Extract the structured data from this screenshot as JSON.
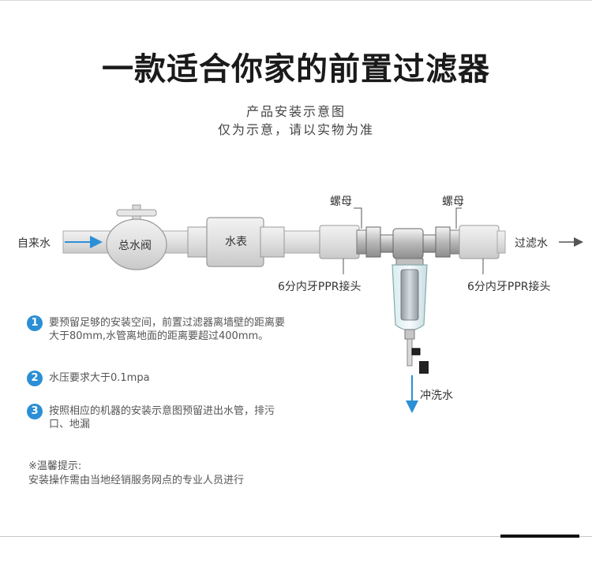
{
  "title": "一款适合你家的前置过滤器",
  "subtitle_line1": "产品安装示意图",
  "subtitle_line2": "仅为示意，请以实物为准",
  "diagram": {
    "label_inlet": "自来水",
    "label_main_valve": "总水阀",
    "label_meter": "水表",
    "label_nut_left": "螺母",
    "label_nut_right": "螺母",
    "label_outlet": "过滤水",
    "label_ppr_left": "6分内牙PPR接头",
    "label_ppr_right": "6分内牙PPR接头",
    "label_flush": "冲洗水"
  },
  "notes": [
    {
      "num": "1",
      "text": "要预留足够的安装空间，前置过滤器离墙壁的距离要大于80mm,水管离地面的距离要超过400mm。"
    },
    {
      "num": "2",
      "text": "水压要求大于0.1mpa"
    },
    {
      "num": "3",
      "text": "按照相应的机器的安装示意图预留进出水管，排污口、地漏"
    }
  ],
  "tip_title": "※温馨提示:",
  "tip_text": "安装操作需由当地经销服务网点的专业人员进行",
  "colors": {
    "accent": "#2b8fd6",
    "pipe": "#cfcfcf",
    "arrow": "#2b8fd6"
  }
}
